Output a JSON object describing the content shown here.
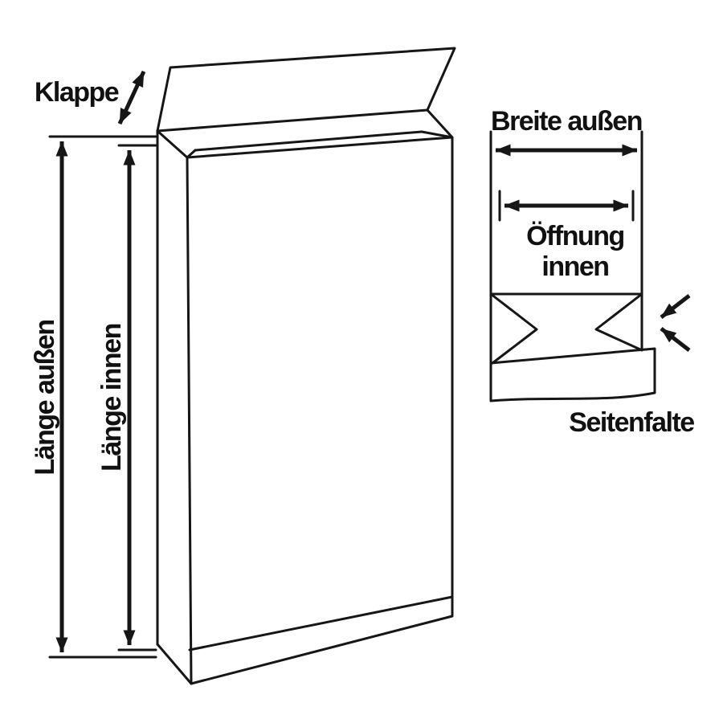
{
  "labels": {
    "klappe": "Klappe",
    "laenge_aussen": "Länge außen",
    "laenge_innen": "Länge innen",
    "breite_aussen": "Breite außen",
    "oeffnung_line1": "Öffnung",
    "oeffnung_line2": "innen",
    "seitenfalte": "Seitenfalte"
  },
  "colors": {
    "line": "#161616",
    "text": "#111111",
    "background": "#ffffff"
  }
}
